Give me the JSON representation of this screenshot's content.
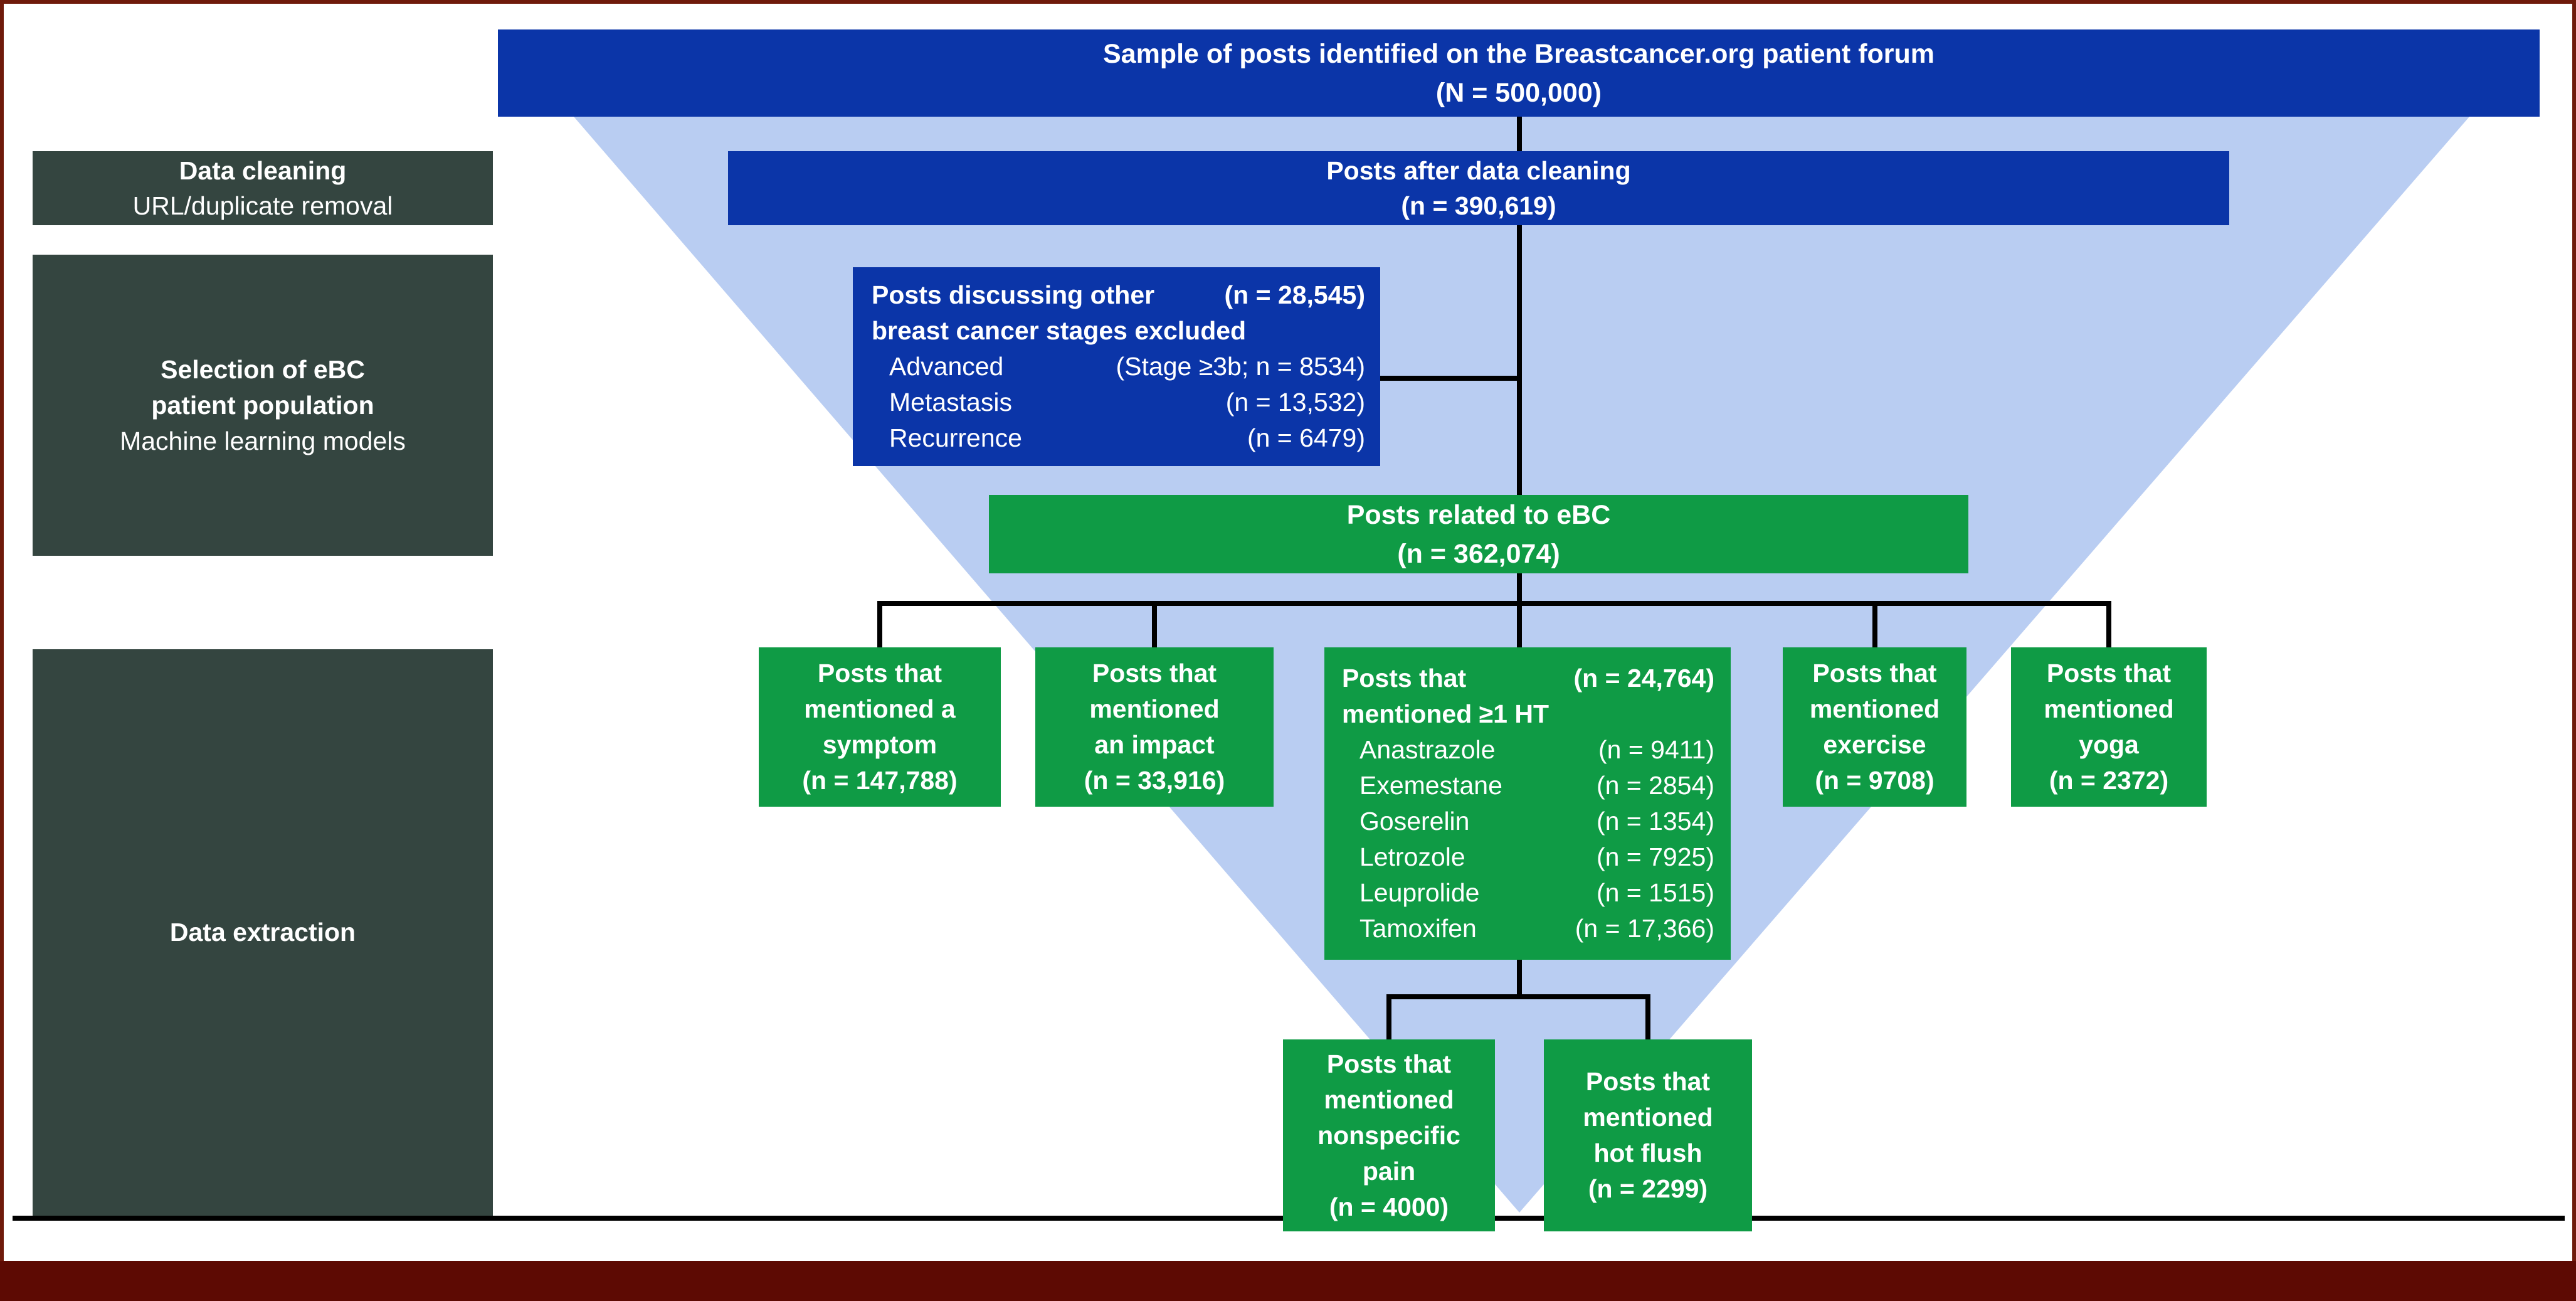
{
  "theme": {
    "dark_blue": "#0b35a8",
    "green": "#0f9b45",
    "light_blue": "#b9cdf2",
    "slate": "#344540",
    "maroon": "#5d0a03",
    "frame": "#6f1a0b",
    "connector": "#000000",
    "text": "#ffffff"
  },
  "stages": {
    "cleaning": {
      "title": "Data cleaning",
      "subtitle": "URL/duplicate removal"
    },
    "selection": {
      "title1": "Selection of eBC",
      "title2": "patient population",
      "subtitle": "Machine learning models"
    },
    "extraction": {
      "title": "Data extraction"
    }
  },
  "nodes": {
    "sample": {
      "line1": "Sample of posts identified on the Breastcancer.org patient forum",
      "line2": "(N = 500,000)"
    },
    "after_cleaning": {
      "line1": "Posts after data cleaning",
      "line2": "(n = 390,619)"
    },
    "excluded": {
      "title1": "Posts discussing other",
      "title1_count": "(n = 28,545)",
      "title2": "breast cancer stages excluded",
      "items": [
        {
          "name": "Advanced",
          "count": "(Stage ≥3b; n = 8534)"
        },
        {
          "name": "Metastasis",
          "count": "(n = 13,532)"
        },
        {
          "name": "Recurrence",
          "count": "(n = 6479)"
        }
      ]
    },
    "ebc": {
      "line1": "Posts related to eBC",
      "line2": "(n = 362,074)"
    },
    "symptom": {
      "lines": [
        "Posts that",
        "mentioned a",
        "symptom",
        "(n = 147,788)"
      ]
    },
    "impact": {
      "lines": [
        "Posts that",
        "mentioned",
        "an impact",
        "(n = 33,916)"
      ]
    },
    "ht": {
      "title1": "Posts that",
      "title1_count": "(n = 24,764)",
      "title2": "mentioned ≥1 HT",
      "items": [
        {
          "name": "Anastrazole",
          "count": "(n = 9411)"
        },
        {
          "name": "Exemestane",
          "count": "(n = 2854)"
        },
        {
          "name": "Goserelin",
          "count": "(n = 1354)"
        },
        {
          "name": "Letrozole",
          "count": "(n = 7925)"
        },
        {
          "name": "Leuprolide",
          "count": "(n = 1515)"
        },
        {
          "name": "Tamoxifen",
          "count": "(n = 17,366)"
        }
      ]
    },
    "exercise": {
      "lines": [
        "Posts that",
        "mentioned",
        "exercise",
        "(n = 9708)"
      ]
    },
    "yoga": {
      "lines": [
        "Posts that",
        "mentioned",
        "yoga",
        "(n = 2372)"
      ]
    },
    "pain": {
      "lines": [
        "Posts that",
        "mentioned",
        "nonspecific",
        "pain",
        "(n = 4000)"
      ]
    },
    "hot_flush": {
      "lines": [
        "Posts that",
        "mentioned",
        "hot flush",
        "(n = 2299)"
      ]
    }
  }
}
